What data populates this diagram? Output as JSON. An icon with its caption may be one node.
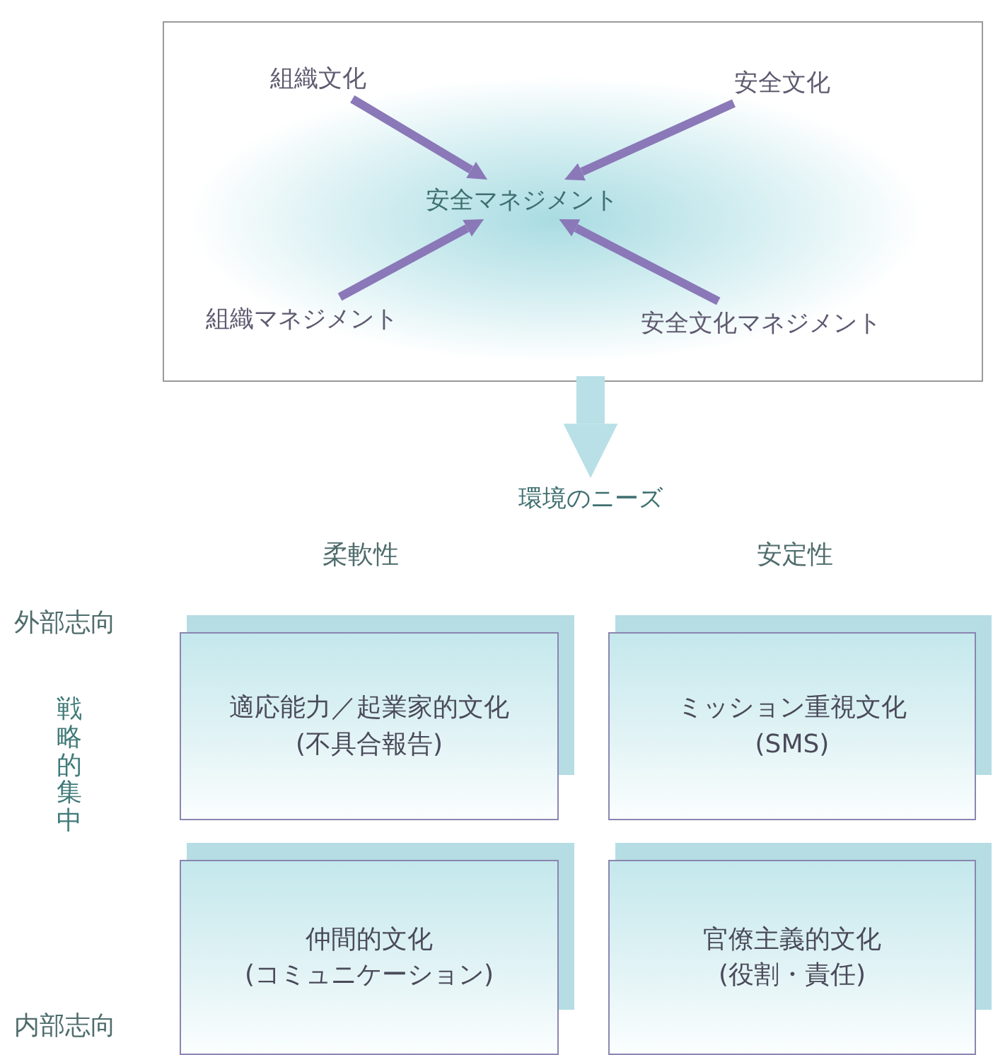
{
  "diagram": {
    "nodes": [
      {
        "text": [],
        "shape": "box"
      },
      {
        "text": [
          "組織文化"
        ],
        "in": 0
      },
      {
        "text": [
          "安全文化"
        ],
        "in": 0
      },
      {
        "text": [
          "安全マネジメント"
        ],
        "in": 0
      },
      {
        "text": [
          "組織マネジメント"
        ],
        "in": 0
      },
      {
        "text": [
          "安全文化マネジメント"
        ],
        "in": 0
      },
      {
        "text": [
          "環境のニーズ"
        ]
      },
      {
        "text": [
          "適応能力／起業家的文化",
          "(不具合報告)"
        ]
      },
      {
        "text": [
          "ミッション重視文化",
          "(SMS)"
        ]
      },
      {
        "text": [
          "仲間的文化",
          "(コミュニケーション)"
        ]
      },
      {
        "text": [
          "官僚主義的文化",
          "(役割・責任)"
        ]
      }
    ],
    "edges": [
      {
        "from": 1,
        "to": 3,
        "arrow": "to"
      },
      {
        "from": 2,
        "to": 3,
        "arrow": "to"
      },
      {
        "from": 4,
        "to": 3,
        "arrow": "to"
      },
      {
        "from": 5,
        "to": 3,
        "arrow": "to"
      },
      {
        "from": 0,
        "to": 6,
        "arrow": "to",
        "style": "thick",
        "color": "#b8e0e6"
      }
    ],
    "labels": [
      "柔軟性",
      "安定性",
      "外部志向",
      "戦略的集中",
      "内部志向"
    ]
  }
}
